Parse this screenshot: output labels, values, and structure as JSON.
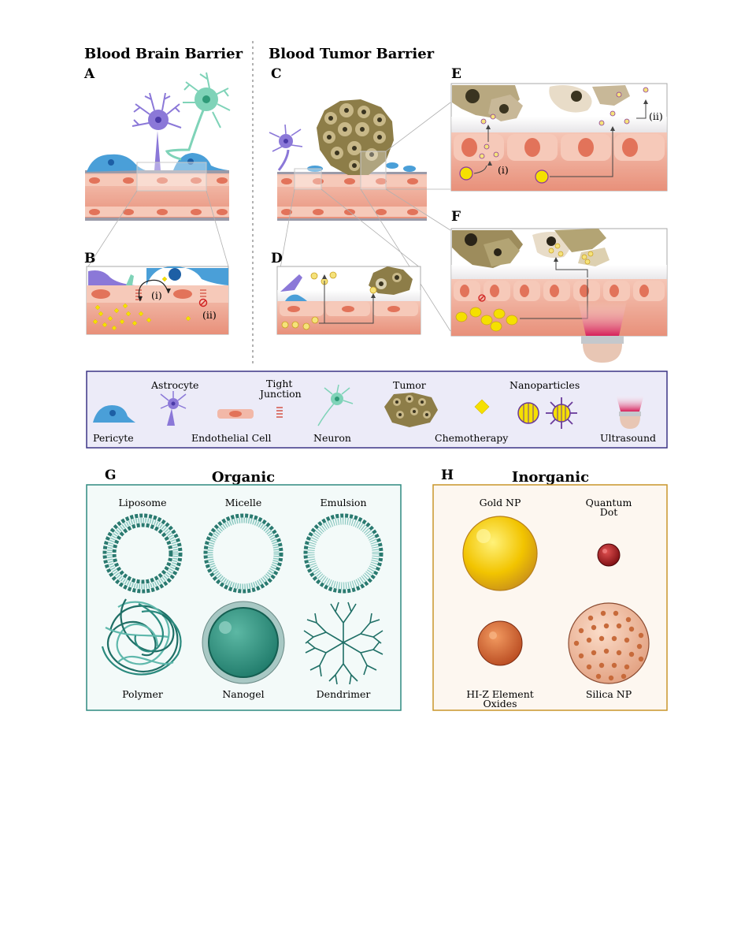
{
  "titles": {
    "bbb": "Blood Brain Barrier",
    "btb": "Blood Tumor Barrier"
  },
  "panels": {
    "a": "A",
    "b": "B",
    "c": "C",
    "d": "D",
    "e": "E",
    "f": "F",
    "g": "G",
    "h": "H"
  },
  "annotations": {
    "b_i": "(i)",
    "b_ii": "(ii)",
    "e_i": "(i)",
    "e_ii": "(ii)"
  },
  "legend": {
    "astrocyte": "Astrocyte",
    "tight_junction_1": "Tight",
    "tight_junction_2": "Junction",
    "tumor": "Tumor",
    "nanoparticles": "Nanoparticles",
    "pericyte": "Pericyte",
    "endothelial_cell": "Endothelial Cell",
    "neuron": "Neuron",
    "chemotherapy": "Chemotherapy",
    "ultrasound": "Ultrasound"
  },
  "organic": {
    "title": "Organic",
    "liposome": "Liposome",
    "micelle": "Micelle",
    "emulsion": "Emulsion",
    "polymer": "Polymer",
    "nanogel": "Nanogel",
    "dendrimer": "Dendrimer"
  },
  "inorganic": {
    "title": "Inorganic",
    "gold": "Gold NP",
    "qd_1": "Quantum",
    "qd_2": "Dot",
    "hiz_1": "HI-Z Element",
    "hiz_2": "Oxides",
    "silica": "Silica NP"
  },
  "colors": {
    "pericyte": "#4a9fd8",
    "astrocyte": "#8b78d8",
    "neuron": "#7fd3b8",
    "endothelium": "#f2b8a8",
    "vessel": "#e88a70",
    "tumor": "#9a8a58",
    "chemo": "#f5e000",
    "organic_border": "#2f8a80",
    "organic_fill": "#f3faf9",
    "inorganic_border": "#c9962a",
    "inorganic_fill": "#fdf7f0",
    "legend_border": "#3c3585",
    "legend_fill": "#ecebf8"
  }
}
